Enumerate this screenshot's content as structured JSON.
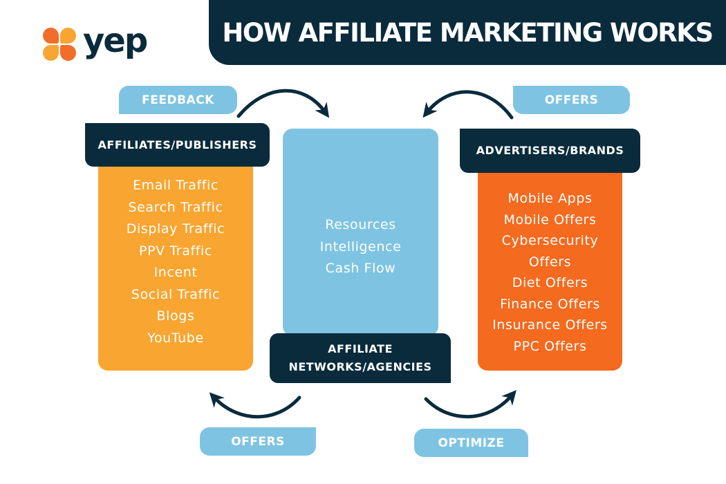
{
  "logo": {
    "word": "yep",
    "petal_colors": [
      "#f26c2a",
      "#f8a531"
    ]
  },
  "title": "HOW AFFILIATE MARKETING WORKS",
  "labels": {
    "feedback": "FEEDBACK",
    "offers_top": "OFFERS",
    "offers_bottom": "OFFERS",
    "optimize": "OPTIMIZE"
  },
  "affiliates": {
    "heading": "AFFILIATES/PUBLISHERS",
    "items": [
      "Email Traffic",
      "Search Traffic",
      "Display Traffic",
      "PPV Traffic",
      "Incent",
      "Social Traffic",
      "Blogs",
      "YouTube"
    ]
  },
  "networks": {
    "heading_line1": "AFFILIATE",
    "heading_line2": "NETWORKS/AGENCIES",
    "items": [
      "Resources",
      "Intelligence",
      "Cash Flow"
    ]
  },
  "advertisers": {
    "heading": "ADVERTISERS/BRANDS",
    "items": [
      "Mobile Apps",
      "Mobile Offers",
      "Cybersecurity",
      "Offers",
      "Diet Offers",
      "Finance Offers",
      "Insurance Offers",
      "PPC Offers"
    ]
  },
  "colors": {
    "navy": "#0a2b3c",
    "light_blue": "#7ec4e2",
    "affiliate_orange": "#f8a531",
    "advertiser_orange": "#f46a1f",
    "text_white": "#ffffff"
  }
}
